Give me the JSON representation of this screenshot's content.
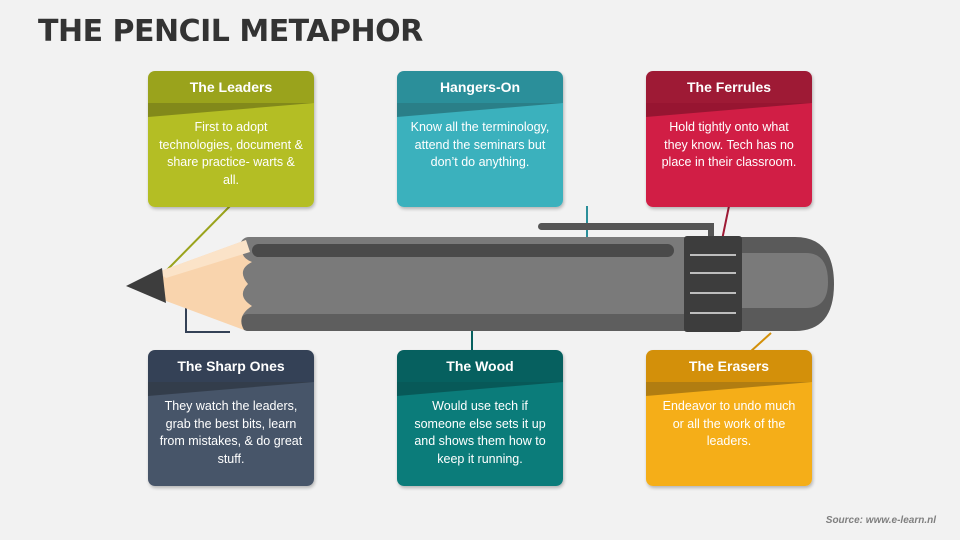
{
  "title": "THE PENCIL METAPHOR",
  "source": "Source: www.e-learn.nl",
  "cards": [
    {
      "id": "leaders",
      "title": "The Leaders",
      "text": "First to adopt technologies, document & share practice- warts & all.",
      "header_color": "#9aa31c",
      "body_color": "#b4be24"
    },
    {
      "id": "hangers-on",
      "title": "Hangers-On",
      "text": "Know all the terminology, attend the seminars but don’t do anything.",
      "header_color": "#2b8f9a",
      "body_color": "#3bb1bd"
    },
    {
      "id": "ferrules",
      "title": "The Ferrules",
      "text": "Hold tightly onto what they know. Tech has no place in their classroom.",
      "header_color": "#9e1a35",
      "body_color": "#d11e45"
    },
    {
      "id": "sharp-ones",
      "title": "The Sharp Ones",
      "text": "They watch the leaders, grab the best bits, learn from mistakes, & do great stuff.",
      "header_color": "#344156",
      "body_color": "#475569"
    },
    {
      "id": "wood",
      "title": "The Wood",
      "text": "Would use tech if someone else sets it up and shows them how to keep it running.",
      "header_color": "#06605f",
      "body_color": "#0b7c7a"
    },
    {
      "id": "erasers",
      "title": "The Erasers",
      "text": "Endeavor to undo much or all the work of the leaders.",
      "header_color": "#d3900a",
      "body_color": "#f5ae18"
    }
  ]
}
